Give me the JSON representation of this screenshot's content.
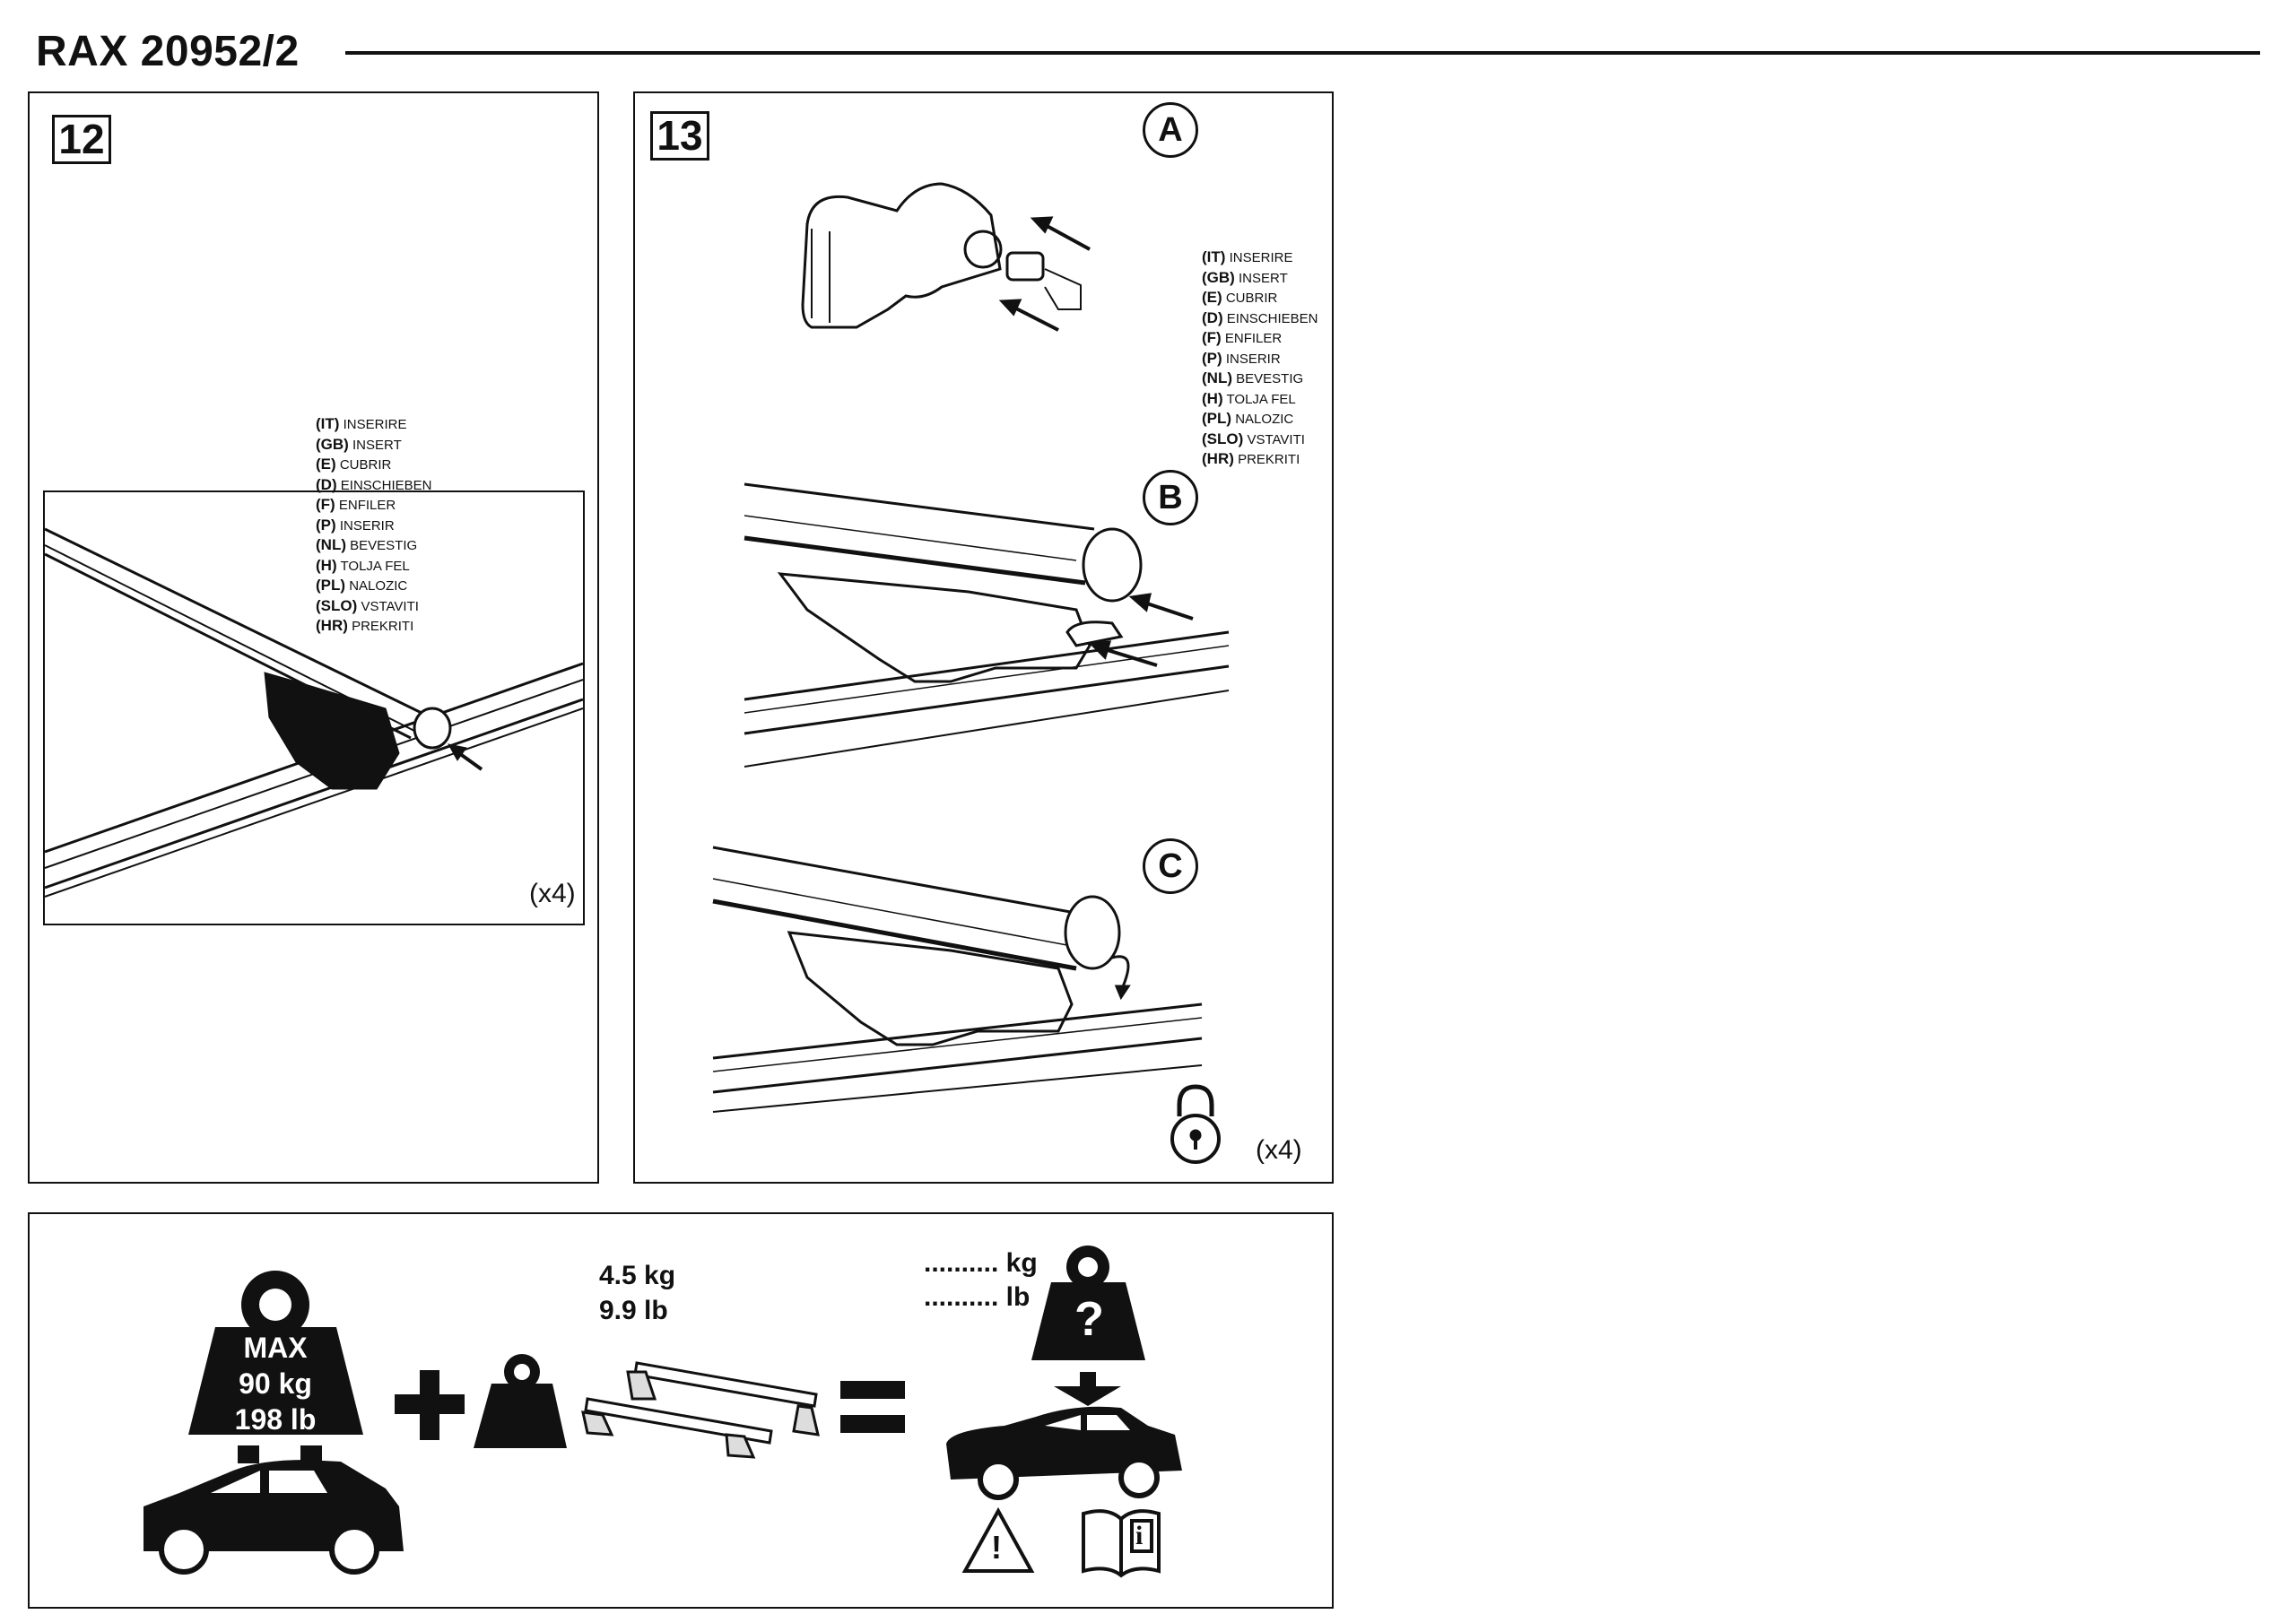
{
  "document": {
    "title": "RAX 20952/2"
  },
  "step12": {
    "number": "12",
    "count": "(x4)",
    "instructions": [
      {
        "code": "(IT)",
        "word": "INSERIRE"
      },
      {
        "code": "(GB)",
        "word": "INSERT"
      },
      {
        "code": "(E)",
        "word": "CUBRIR"
      },
      {
        "code": "(D)",
        "word": "EINSCHIEBEN"
      },
      {
        "code": "(F)",
        "word": "ENFILER"
      },
      {
        "code": "(P)",
        "word": "INSERIR"
      },
      {
        "code": "(NL)",
        "word": "BEVESTIG"
      },
      {
        "code": "(H)",
        "word": "TOLJA  FEL"
      },
      {
        "code": "(PL)",
        "word": "NALOZIC"
      },
      {
        "code": "(SLO)",
        "word": "VSTAVITI"
      },
      {
        "code": "(HR)",
        "word": "PREKRITI"
      }
    ]
  },
  "step13": {
    "number": "13",
    "count": "(x4)",
    "sublabels": {
      "a": "A",
      "b": "B",
      "c": "C"
    },
    "instructions": [
      {
        "code": "(IT)",
        "word": "INSERIRE"
      },
      {
        "code": "(GB)",
        "word": "INSERT"
      },
      {
        "code": "(E)",
        "word": "CUBRIR"
      },
      {
        "code": "(D)",
        "word": "EINSCHIEBEN"
      },
      {
        "code": "(F)",
        "word": "ENFILER"
      },
      {
        "code": "(P)",
        "word": "INSERIR"
      },
      {
        "code": "(NL)",
        "word": "BEVESTIG"
      },
      {
        "code": "(H)",
        "word": "TOLJA  FEL"
      },
      {
        "code": "(PL)",
        "word": "NALOZIC"
      },
      {
        "code": "(SLO)",
        "word": "VSTAVITI"
      },
      {
        "code": "(HR)",
        "word": "PREKRITI"
      }
    ]
  },
  "load": {
    "max_label": "MAX",
    "max_kg": "90 kg",
    "max_lb": "198 lb",
    "plus": "+",
    "bars_kg": "4.5 kg",
    "bars_lb": "9.9 lb",
    "equals": "=",
    "result_kg": ".......... kg",
    "result_lb": ".......... lb",
    "unknown_mark": "?",
    "warning_mark": "!",
    "info_mark": "i"
  },
  "colors": {
    "ink": "#111111",
    "paper": "#ffffff"
  },
  "icons": [
    "weight-icon",
    "car-icon",
    "roof-bars-icon",
    "padlock-icon",
    "warning-icon",
    "manual-icon",
    "arrow-down-icon"
  ]
}
